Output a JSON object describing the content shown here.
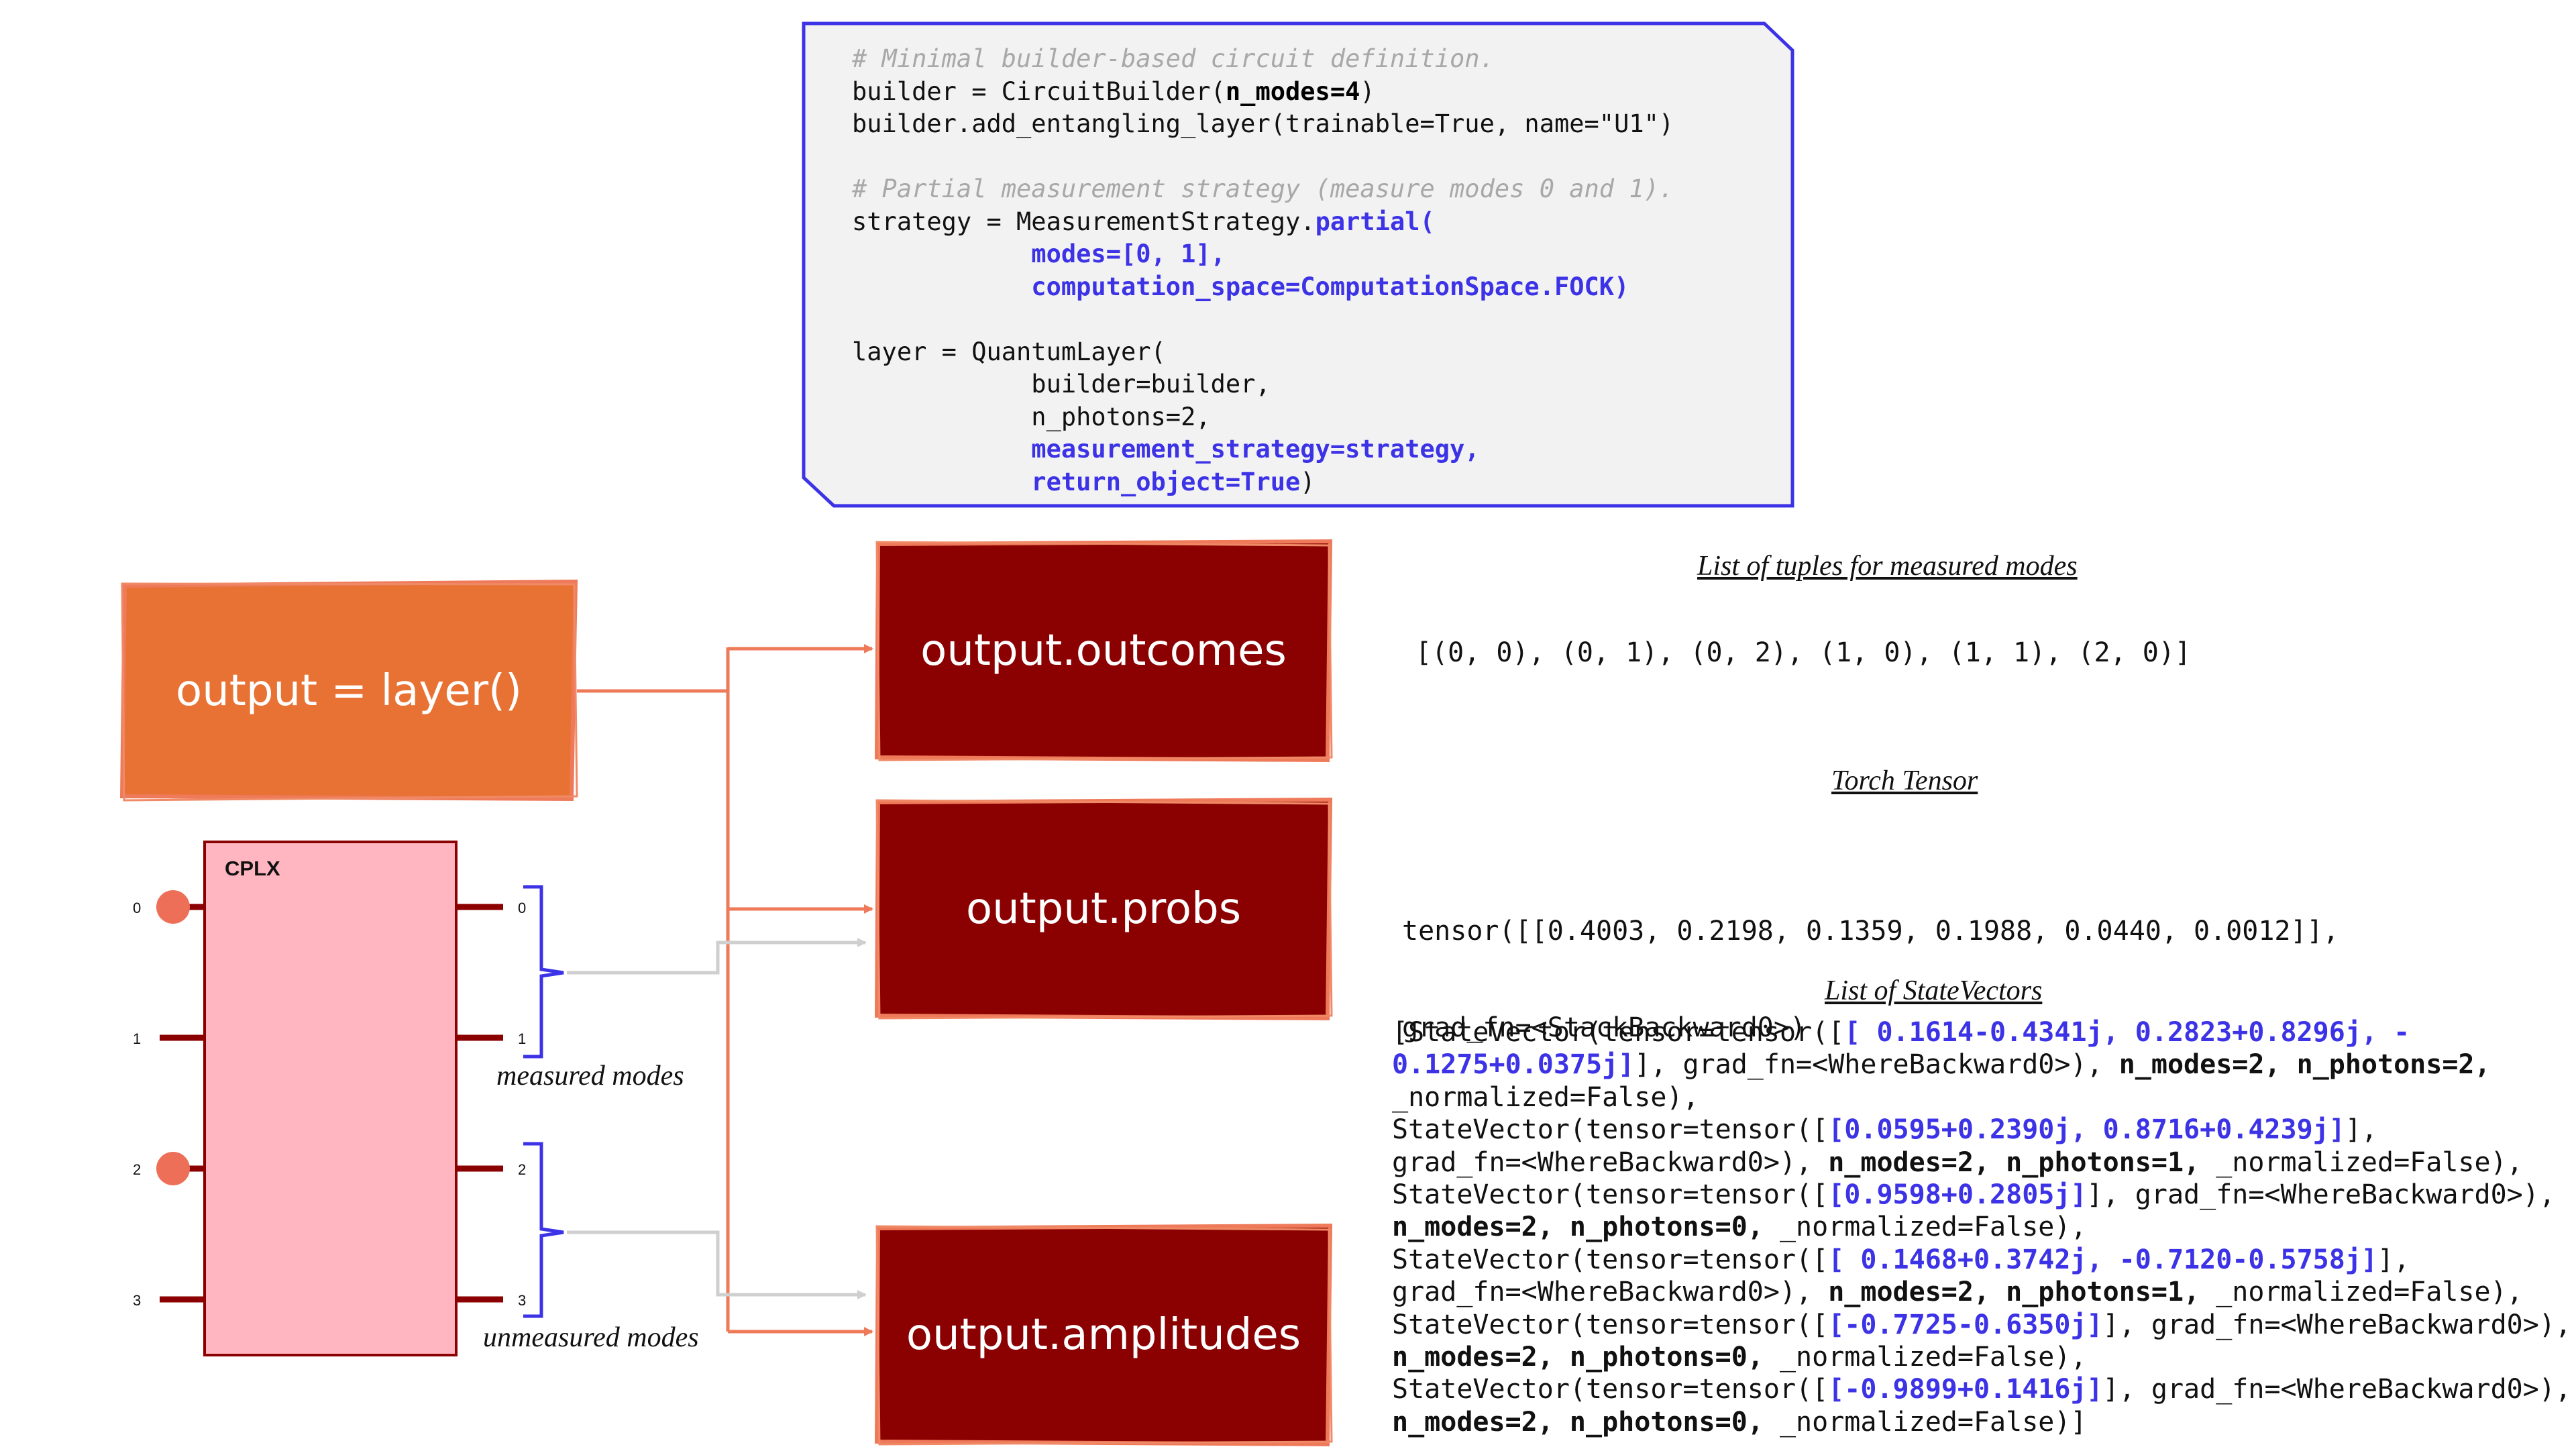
{
  "code": {
    "lines": [
      [
        {
          "t": "# Minimal builder-based circuit definition.",
          "s": "cm"
        }
      ],
      [
        {
          "t": "builder = CircuitBuilder(",
          "s": ""
        },
        {
          "t": "n_modes=4",
          "s": "bd"
        },
        {
          "t": ")",
          "s": ""
        }
      ],
      [
        {
          "t": "builder.add_entangling_layer(trainable=True, name=\"U1\")",
          "s": ""
        }
      ],
      [],
      [
        {
          "t": "# Partial measurement strategy (measure modes 0 and 1).",
          "s": "cm"
        }
      ],
      [
        {
          "t": "strategy = MeasurementStrategy.",
          "s": ""
        },
        {
          "t": "partial(",
          "s": "kw"
        }
      ],
      [
        {
          "t": "            modes=[0, 1],",
          "s": "kw"
        }
      ],
      [
        {
          "t": "            computation_space=ComputationSpace.FOCK)",
          "s": "kw"
        }
      ],
      [],
      [
        {
          "t": "layer = QuantumLayer(",
          "s": ""
        }
      ],
      [
        {
          "t": "            builder=builder,",
          "s": ""
        }
      ],
      [
        {
          "t": "            n_photons=2,",
          "s": ""
        }
      ],
      [
        {
          "t": "            measurement_strategy=strategy,",
          "s": "kw"
        }
      ],
      [
        {
          "t": "            return_object=True",
          "s": "kw"
        },
        {
          "t": ")",
          "s": ""
        }
      ]
    ]
  },
  "boxes": {
    "layer": "output = layer()",
    "outcomes": "output.outcomes",
    "probs": "output.probs",
    "amplitudes": "output.amplitudes"
  },
  "circuit": {
    "component_label": "CPLX",
    "input_modes": [
      "0",
      "1",
      "2",
      "3"
    ],
    "output_modes": [
      "0",
      "1",
      "2",
      "3"
    ],
    "photon_inputs": [
      0,
      2
    ],
    "measured_label": "measured modes",
    "unmeasured_label": "unmeasured modes"
  },
  "right": {
    "outcomes_header": "List of tuples for measured modes",
    "outcomes_value": "[(0, 0), (0, 1), (0, 2), (1, 0), (1, 1), (2, 0)]",
    "probs_header": "Torch Tensor",
    "probs_lines": [
      "tensor([[0.4003, 0.2198, 0.1359, 0.1988, 0.0440, 0.0012]],",
      "grad_fn=<StackBackward0>)"
    ],
    "amps_header": "List of StateVectors",
    "amps_lines": [
      [
        {
          "t": "[StateVector(tensor=tensor([",
          "s": ""
        },
        {
          "t": "[ 0.1614-0.4341j, 0.2823+0.8296j, -",
          "s": "blue"
        }
      ],
      [
        {
          "t": "0.1275+0.0375j]",
          "s": "blue"
        },
        {
          "t": "], grad_fn=<WhereBackward0>), ",
          "s": ""
        },
        {
          "t": "n_modes=2, n_photons=2,",
          "s": "bold"
        }
      ],
      [
        {
          "t": "_normalized=False),",
          "s": ""
        }
      ],
      [
        {
          "t": "StateVector(tensor=tensor([",
          "s": ""
        },
        {
          "t": "[0.0595+0.2390j, 0.8716+0.4239j]",
          "s": "blue"
        },
        {
          "t": "],",
          "s": ""
        }
      ],
      [
        {
          "t": "grad_fn=<WhereBackward0>), ",
          "s": ""
        },
        {
          "t": "n_modes=2, n_photons=1,",
          "s": "bold"
        },
        {
          "t": " _normalized=False),",
          "s": ""
        }
      ],
      [
        {
          "t": "StateVector(tensor=tensor([",
          "s": ""
        },
        {
          "t": "[0.9598+0.2805j]",
          "s": "blue"
        },
        {
          "t": "], grad_fn=<WhereBackward0>),",
          "s": ""
        }
      ],
      [
        {
          "t": "n_modes=2, n_photons=0,",
          "s": "bold"
        },
        {
          "t": " _normalized=False),",
          "s": ""
        }
      ],
      [
        {
          "t": "StateVector(tensor=tensor([",
          "s": ""
        },
        {
          "t": "[ 0.1468+0.3742j, -0.7120-0.5758j]",
          "s": "blue"
        },
        {
          "t": "],",
          "s": ""
        }
      ],
      [
        {
          "t": "grad_fn=<WhereBackward0>), ",
          "s": ""
        },
        {
          "t": "n_modes=2, n_photons=1,",
          "s": "bold"
        },
        {
          "t": " _normalized=False),",
          "s": ""
        }
      ],
      [
        {
          "t": "StateVector(tensor=tensor([",
          "s": ""
        },
        {
          "t": "[-0.7725-0.6350j]",
          "s": "blue"
        },
        {
          "t": "], grad_fn=<WhereBackward0>),",
          "s": ""
        }
      ],
      [
        {
          "t": "n_modes=2, n_photons=0,",
          "s": "bold"
        },
        {
          "t": " _normalized=False),",
          "s": ""
        }
      ],
      [
        {
          "t": "StateVector(tensor=tensor([",
          "s": ""
        },
        {
          "t": "[-0.9899+0.1416j]",
          "s": "blue"
        },
        {
          "t": "], grad_fn=<WhereBackward0>),",
          "s": ""
        }
      ],
      [
        {
          "t": "n_modes=2, n_photons=0,",
          "s": "bold"
        },
        {
          "t": " _normalized=False)]",
          "s": ""
        }
      ]
    ]
  },
  "colors": {
    "layer_box": "#e87234",
    "output_box": "#8b0000",
    "arrow": "#ee7a5a",
    "grey_arrow": "#cfcfcf",
    "code_border": "#3c32e6",
    "code_bg": "#f2f2f2",
    "component_fill": "#ffb6c1",
    "wire": "#8b0000",
    "photon": "#ee6f57",
    "bracket": "#3c32e6",
    "blue_text": "#3c32e6"
  }
}
